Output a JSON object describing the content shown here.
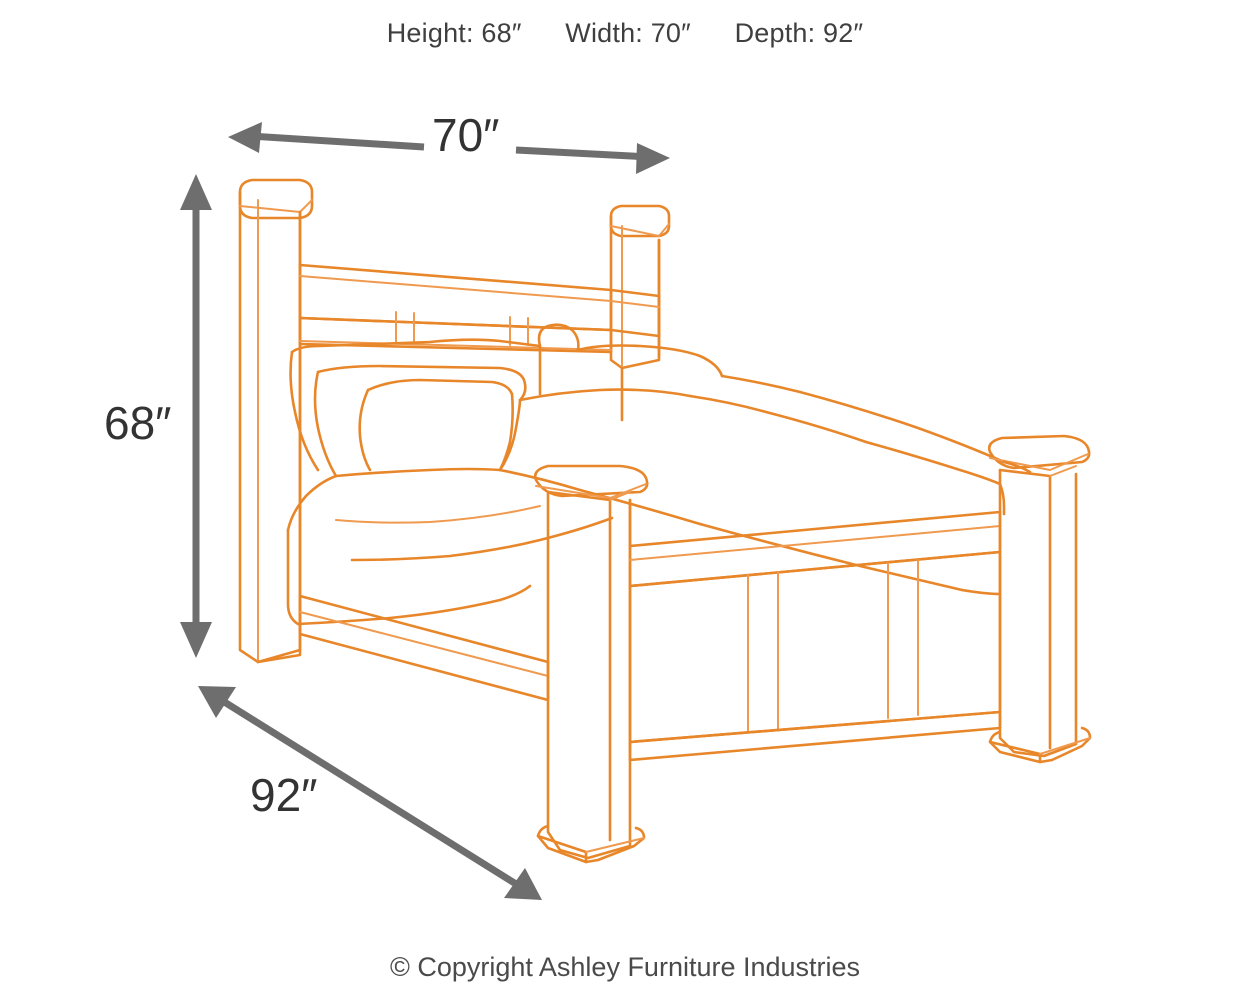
{
  "header": {
    "specs": [
      {
        "name": "height",
        "text": "Height: 68″"
      },
      {
        "name": "width",
        "text": "Width: 70″"
      },
      {
        "name": "depth",
        "text": "Depth: 92″"
      }
    ]
  },
  "dimensions": {
    "width_label": "70″",
    "height_label": "68″",
    "depth_label": "92″",
    "width_value": 70,
    "height_value": 68,
    "depth_value": 92,
    "units": "inches"
  },
  "footer": {
    "copyright": "© Copyright Ashley Furniture Industries"
  },
  "illustration": {
    "subject": "poster-bed-line-drawing",
    "line_color": "#e8862a",
    "accent_line_color": "#ef9a4e",
    "background_color": "#ffffff"
  },
  "colors": {
    "arrow_gray": "#6e6e6e",
    "label_text": "#333333",
    "header_text": "#3f3f3f",
    "footer_text": "#4a4a4a"
  }
}
